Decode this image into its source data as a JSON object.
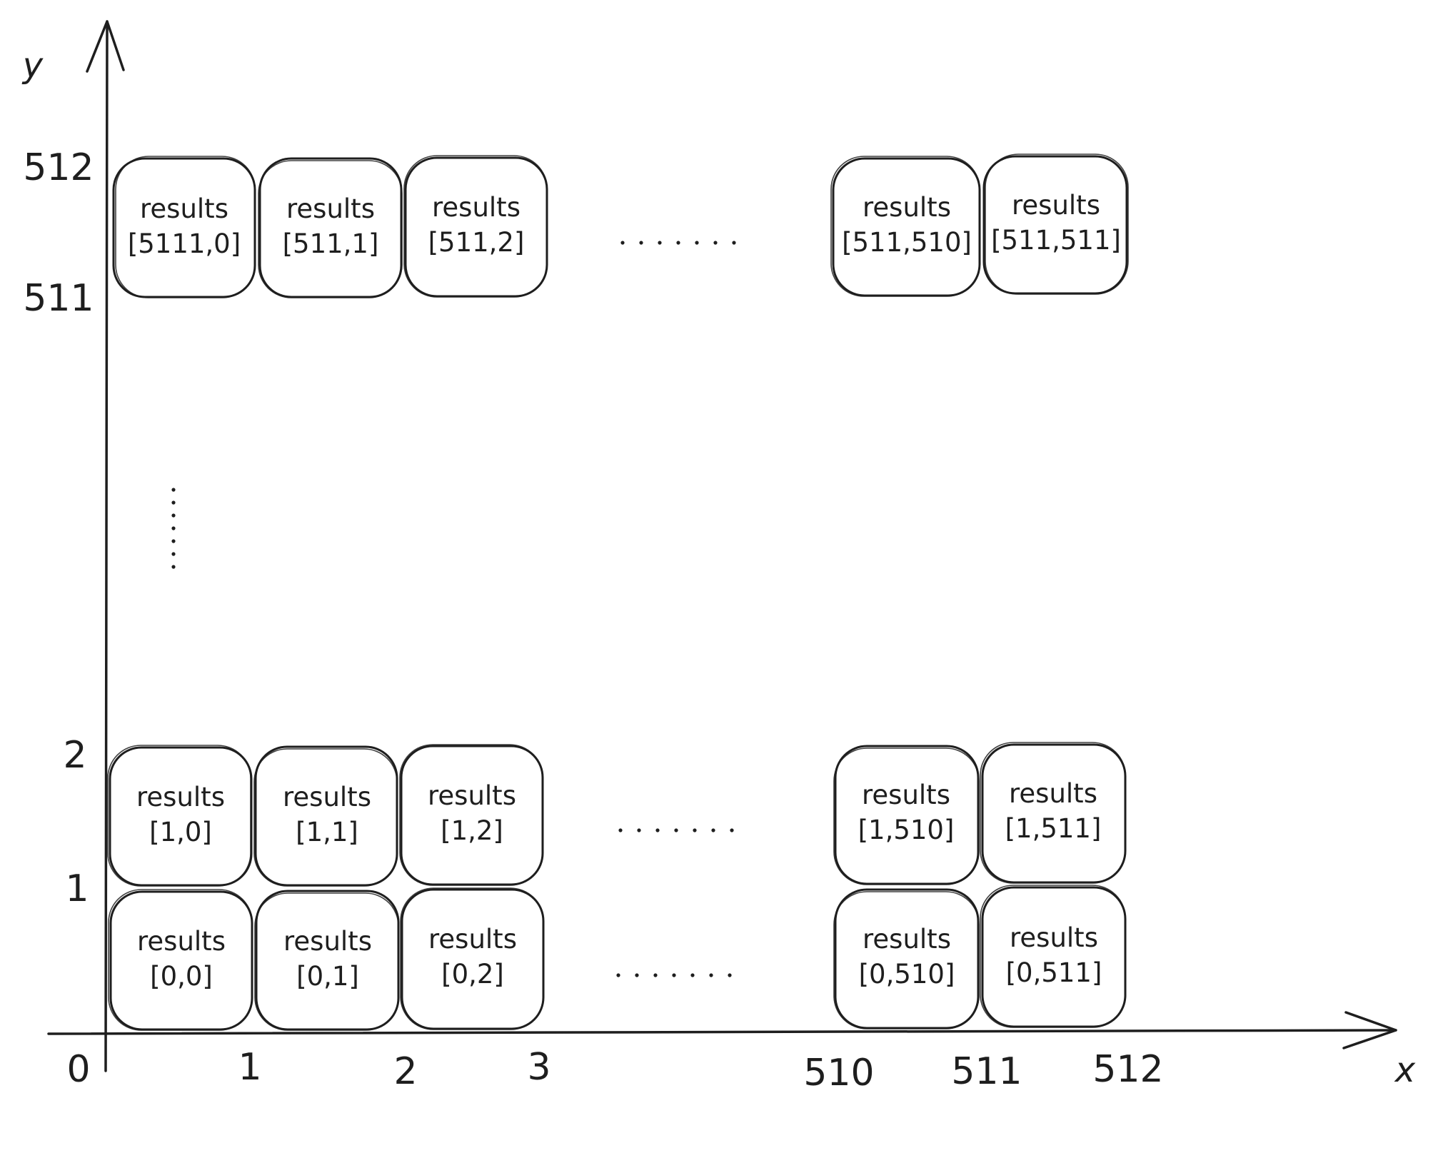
{
  "axes": {
    "x_label": "x",
    "y_label": "y",
    "x_ticks": [
      "0",
      "1",
      "2",
      "3",
      "510",
      "511",
      "512"
    ],
    "y_ticks": [
      "1",
      "2",
      "511",
      "512"
    ]
  },
  "grid": {
    "rows": [
      {
        "row": "511",
        "cells": [
          {
            "line1": "results",
            "line2": "[5111,0]"
          },
          {
            "line1": "results",
            "line2": "[511,1]"
          },
          {
            "line1": "results",
            "line2": "[511,2]"
          },
          {
            "line1": "results",
            "line2": "[511,510]"
          },
          {
            "line1": "results",
            "line2": "[511,511]"
          }
        ]
      },
      {
        "row": "1",
        "cells": [
          {
            "line1": "results",
            "line2": "[1,0]"
          },
          {
            "line1": "results",
            "line2": "[1,1]"
          },
          {
            "line1": "results",
            "line2": "[1,2]"
          },
          {
            "line1": "results",
            "line2": "[1,510]"
          },
          {
            "line1": "results",
            "line2": "[1,511]"
          }
        ]
      },
      {
        "row": "0",
        "cells": [
          {
            "line1": "results",
            "line2": "[0,0]"
          },
          {
            "line1": "results",
            "line2": "[0,1]"
          },
          {
            "line1": "results",
            "line2": "[0,2]"
          },
          {
            "line1": "results",
            "line2": "[0,510]"
          },
          {
            "line1": "results",
            "line2": "[0,511]"
          }
        ]
      }
    ]
  },
  "colors": {
    "ink": "#1e1e1e",
    "background": "#ffffff"
  }
}
